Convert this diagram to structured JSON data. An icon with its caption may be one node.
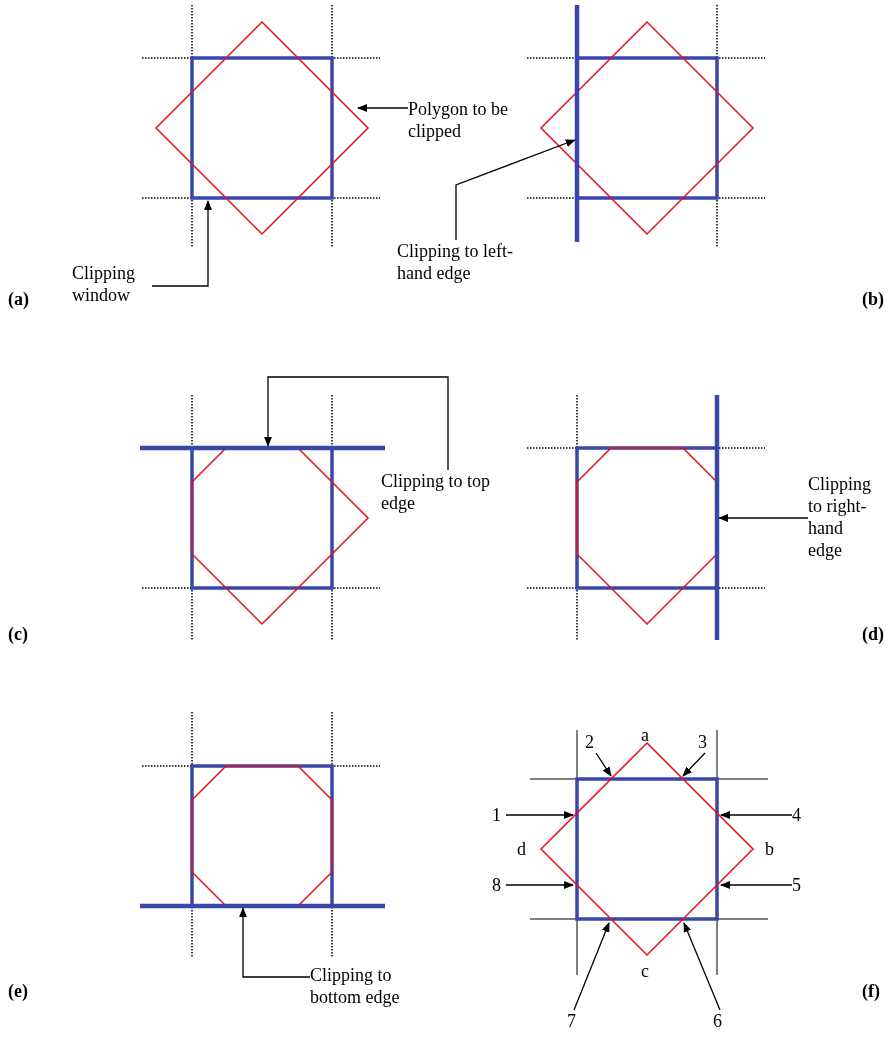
{
  "diagram": {
    "nodes": [
      {
        "text": [
          "Polygon to be clipped"
        ]
      },
      {
        "text": [
          "Clipping window"
        ]
      },
      {
        "text": [
          "Clipping to left-hand edge"
        ]
      },
      {
        "text": [
          "Clipping to top edge"
        ]
      },
      {
        "text": [
          "Clipping to right-hand edge"
        ]
      },
      {
        "text": [
          "Clipping to bottom edge"
        ]
      },
      {
        "text": [
          "2"
        ]
      },
      {
        "text": [
          "3"
        ]
      },
      {
        "text": [
          "1"
        ]
      },
      {
        "text": [
          "4"
        ]
      },
      {
        "text": [
          "8"
        ]
      },
      {
        "text": [
          "5"
        ]
      },
      {
        "text": [
          "7"
        ]
      },
      {
        "text": [
          "6"
        ]
      },
      {
        "text": [],
        "shape": "bar"
      },
      {
        "text": [],
        "shape": "bar"
      },
      {
        "text": [],
        "shape": "bar"
      },
      {
        "text": [],
        "shape": "bar"
      }
    ],
    "edges": [
      {
        "from": 0,
        "to": null,
        "arrow": "to"
      },
      {
        "from": 1,
        "to": null,
        "arrow": "to"
      },
      {
        "from": 2,
        "to": 14,
        "arrow": "to"
      },
      {
        "from": 3,
        "to": 15,
        "arrow": "to"
      },
      {
        "from": 4,
        "to": 16,
        "arrow": "to"
      },
      {
        "from": 5,
        "to": 17,
        "arrow": "to"
      },
      {
        "from": 6,
        "to": null,
        "arrow": "to"
      },
      {
        "from": 7,
        "to": null,
        "arrow": "to"
      },
      {
        "from": 8,
        "to": null,
        "arrow": "to"
      },
      {
        "from": 9,
        "to": null,
        "arrow": "to"
      },
      {
        "from": 10,
        "to": null,
        "arrow": "to"
      },
      {
        "from": 11,
        "to": null,
        "arrow": "to"
      },
      {
        "from": 12,
        "to": null,
        "arrow": "to"
      },
      {
        "from": 13,
        "to": null,
        "arrow": "to"
      }
    ],
    "labels": [
      "(a)",
      "(b)",
      "(c)",
      "(d)",
      "a",
      "d",
      "b",
      "c",
      "(e)",
      "(f)"
    ]
  }
}
